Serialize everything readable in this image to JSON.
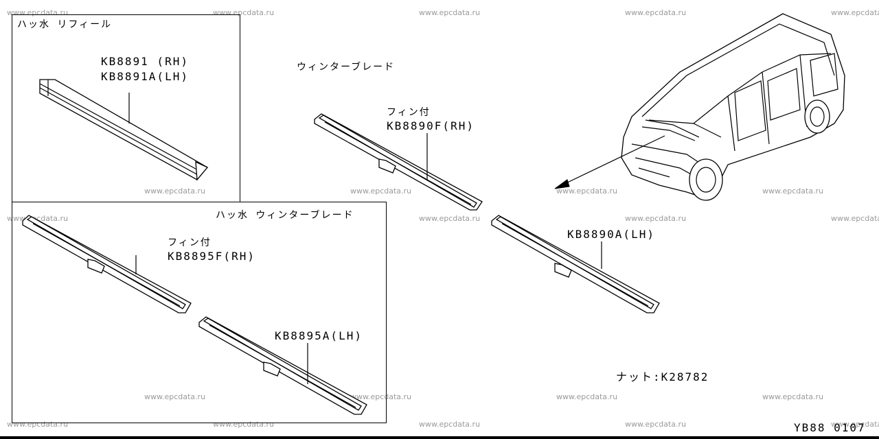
{
  "watermark": "www.epcdata.ru",
  "refill_box": {
    "title": "ハッ水 リフィール",
    "part_rh": "KB8891  (RH)",
    "part_lh": "KB8891A(LH)"
  },
  "repellent_winter_box": {
    "title": "ハッ水 ウィンターブレード",
    "fin_note": "フィン付",
    "part_rh": "KB8895F(RH)",
    "part_lh": "KB8895A(LH)"
  },
  "winter_blade": {
    "title": "ウィンターブレード",
    "fin_note": "フィン付",
    "part_rh": "KB8890F(RH)",
    "part_lh": "KB8890A(LH)"
  },
  "nut": "ナット:K28782",
  "diagram_code": "YB88 0107"
}
